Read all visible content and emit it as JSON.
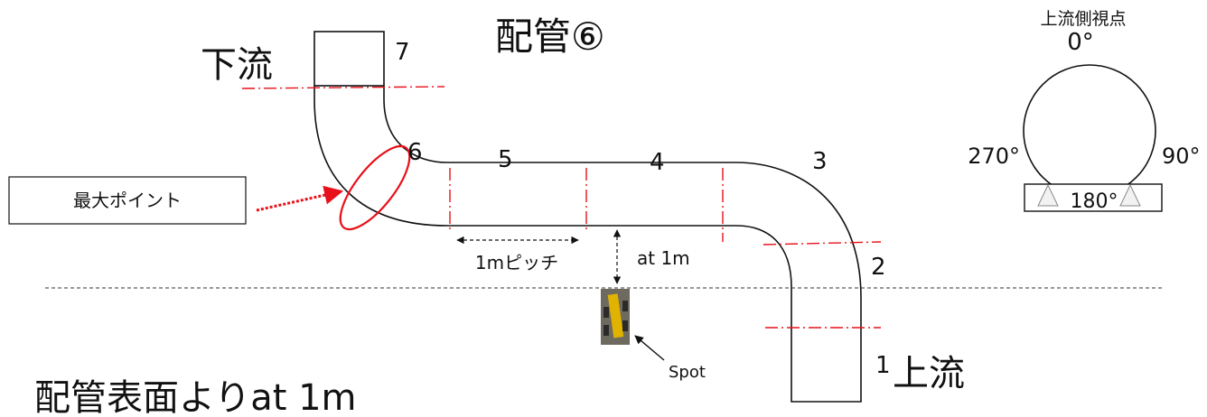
{
  "title": "配管⑥",
  "labels": {
    "downstream": "下流",
    "upstream": "上流",
    "max_point": "最大ポイント",
    "pitch": "1mピッチ",
    "distance": "at 1m",
    "robot": "Spot",
    "bottom_caption": "配管表面よりat 1m"
  },
  "segments": [
    "1",
    "2",
    "3",
    "4",
    "5",
    "6",
    "7"
  ],
  "view": {
    "title": "上流側視点",
    "angle_top": "0°",
    "angle_right": "90°",
    "angle_bottom": "180°",
    "angle_left": "270°"
  },
  "colors": {
    "pipe": "#111111",
    "section_line": "#e8101a",
    "highlight": "#e8101a",
    "robot_body": "#e0b300"
  }
}
